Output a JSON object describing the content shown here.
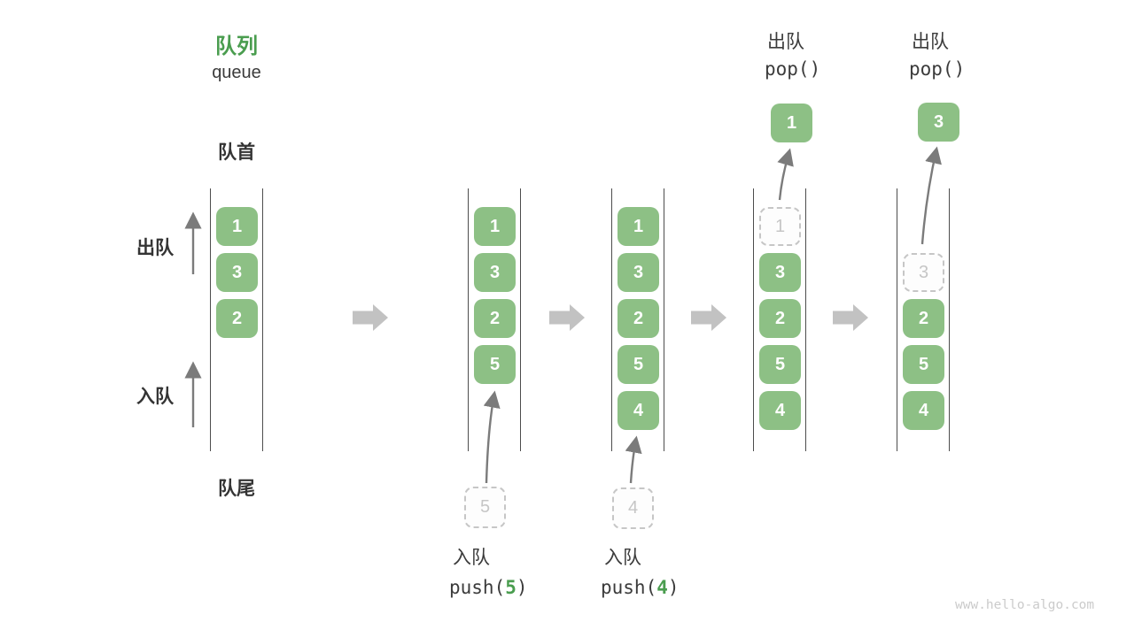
{
  "title": {
    "zh": "队列",
    "en": "queue"
  },
  "labels": {
    "front": "队首",
    "rear": "队尾",
    "dequeue_side": "出队",
    "enqueue_side": "入队"
  },
  "watermark": "www.hello-algo.com",
  "colors": {
    "accent_green": "#4a9d4f",
    "box_green": "#8dc085",
    "text_dark": "#3b3b3b",
    "rail_gray": "#4d4d4d",
    "arrow_gray": "#7b7b7b",
    "block_arrow_gray": "#c2c2c2",
    "dashed_border": "#c6c6c6",
    "dashed_text": "#c6c6c6",
    "watermark_gray": "#cbcbcb"
  },
  "stages": [
    {
      "name": "initial",
      "slots": [
        {
          "row": 0,
          "value": "1",
          "state": "filled"
        },
        {
          "row": 1,
          "value": "3",
          "state": "filled"
        },
        {
          "row": 2,
          "value": "2",
          "state": "filled"
        }
      ]
    },
    {
      "name": "after-push-5",
      "op": {
        "action": "入队",
        "code_pre": "push(",
        "code_arg": "5",
        "code_post": ")"
      },
      "pending_value": "5",
      "slots": [
        {
          "row": 0,
          "value": "1",
          "state": "filled"
        },
        {
          "row": 1,
          "value": "3",
          "state": "filled"
        },
        {
          "row": 2,
          "value": "2",
          "state": "filled"
        },
        {
          "row": 3,
          "value": "5",
          "state": "filled"
        }
      ]
    },
    {
      "name": "after-push-4",
      "op": {
        "action": "入队",
        "code_pre": "push(",
        "code_arg": "4",
        "code_post": ")"
      },
      "pending_value": "4",
      "slots": [
        {
          "row": 0,
          "value": "1",
          "state": "filled"
        },
        {
          "row": 1,
          "value": "3",
          "state": "filled"
        },
        {
          "row": 2,
          "value": "2",
          "state": "filled"
        },
        {
          "row": 3,
          "value": "5",
          "state": "filled"
        },
        {
          "row": 4,
          "value": "4",
          "state": "filled"
        }
      ]
    },
    {
      "name": "after-pop-1",
      "op": {
        "action": "出队",
        "code_pre": "pop()",
        "code_arg": "",
        "code_post": ""
      },
      "popped_value": "1",
      "slots": [
        {
          "row": 0,
          "value": "1",
          "state": "ghost"
        },
        {
          "row": 1,
          "value": "3",
          "state": "filled"
        },
        {
          "row": 2,
          "value": "2",
          "state": "filled"
        },
        {
          "row": 3,
          "value": "5",
          "state": "filled"
        },
        {
          "row": 4,
          "value": "4",
          "state": "filled"
        }
      ]
    },
    {
      "name": "after-pop-3",
      "op": {
        "action": "出队",
        "code_pre": "pop()",
        "code_arg": "",
        "code_post": ""
      },
      "popped_value": "3",
      "slots": [
        {
          "row": 1,
          "value": "3",
          "state": "ghost"
        },
        {
          "row": 2,
          "value": "2",
          "state": "filled"
        },
        {
          "row": 3,
          "value": "5",
          "state": "filled"
        },
        {
          "row": 4,
          "value": "4",
          "state": "filled"
        }
      ]
    }
  ]
}
